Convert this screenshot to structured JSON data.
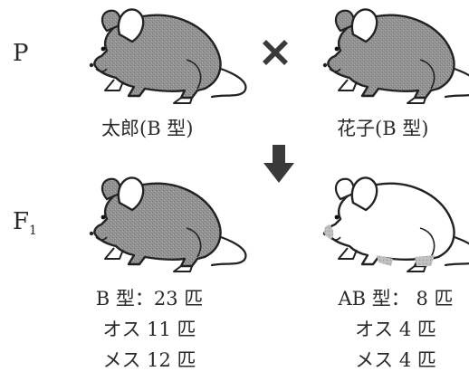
{
  "generations": {
    "parent_label": "P",
    "f1_label_main": "F",
    "f1_label_sub": "1"
  },
  "parents": {
    "male_name": "太郎(B 型)",
    "female_name": "花子(B 型)",
    "cross_symbol": "✖"
  },
  "offspring": {
    "gray": {
      "line1": "B 型：23 匹",
      "line2": "オス 11 匹",
      "line3": "メス 12 匹"
    },
    "white": {
      "line1": "AB 型： 8 匹",
      "line2": "オス 4 匹",
      "line3": "メス 4 匹"
    }
  },
  "icons": {
    "cross": "cross-icon",
    "arrow": "arrow-down-icon",
    "mouse": "mouse-icon"
  },
  "colors": {
    "gray_coat": "#8f8f8f",
    "white_coat": "#ffffff",
    "outline": "#222222"
  }
}
